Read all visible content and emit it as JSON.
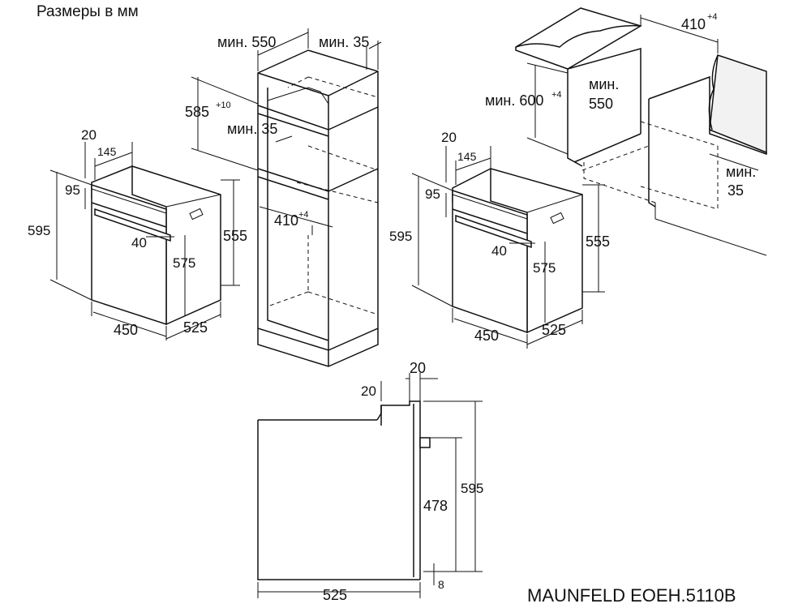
{
  "header": {
    "units_label": "Размеры в мм"
  },
  "footer": {
    "model": "MAUNFELD EOEH.5110B"
  },
  "oven_left": {
    "dims": {
      "d20": "20",
      "d145": "145",
      "d95": "95",
      "d595": "595",
      "d40": "40",
      "d575": "575",
      "d555": "555",
      "d450": "450",
      "d525": "525"
    }
  },
  "tall_cabinet": {
    "min550": "мин. 550",
    "min35_top": "мин. 35",
    "h585": "585",
    "h585_tol": "+10",
    "min35_mid": "мин. 35",
    "w410": "410",
    "w410_tol": "+4"
  },
  "oven_right": {
    "dims": {
      "d20": "20",
      "d145": "145",
      "d95": "95",
      "d595": "595",
      "d40": "40",
      "d575": "575",
      "d555": "555",
      "d450": "450",
      "d525": "525"
    }
  },
  "undercounter": {
    "w410": "410",
    "w410_tol": "+4",
    "min600": "мин. 600",
    "min600_tol": "+4",
    "min550_a": "мин.",
    "min550_b": "550",
    "min35_a": "мин.",
    "min35_b": "35"
  },
  "side_view": {
    "top20": "20",
    "left20": "20",
    "h595": "595",
    "h478": "478",
    "w525": "525",
    "b8": "8"
  }
}
